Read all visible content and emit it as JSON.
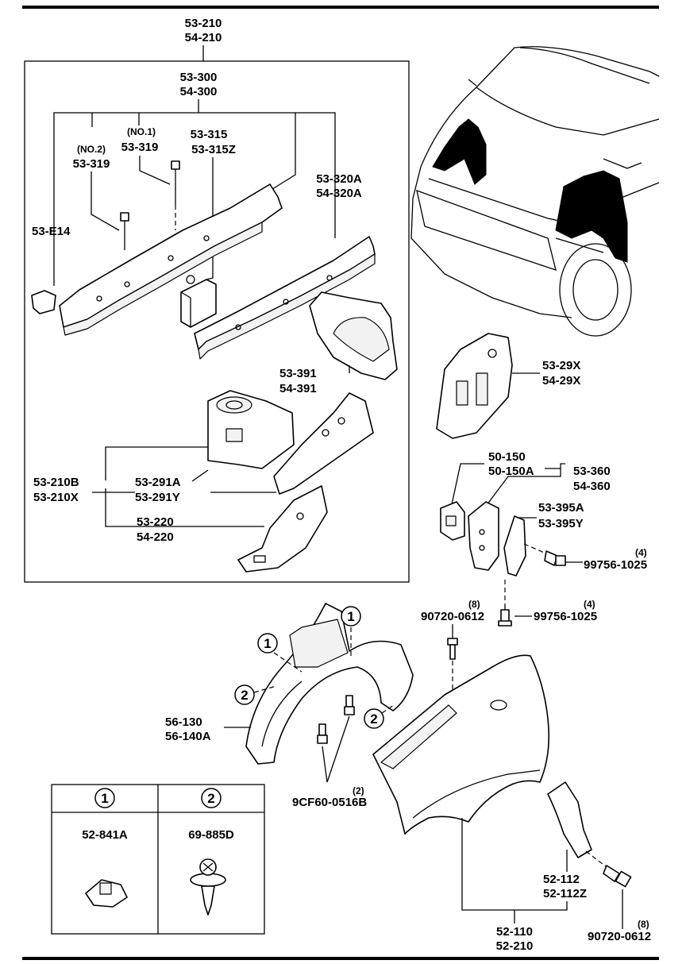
{
  "labels": {
    "top_group": [
      "53-210",
      "54-210"
    ],
    "inner_top": [
      "53-300",
      "54-300"
    ],
    "no1_note": "(NO.1)",
    "no1_part": "53-319",
    "no2_note": "(NO.2)",
    "no2_part": "53-319",
    "p53_315": [
      "53-315",
      "53-315Z"
    ],
    "p53_320a": [
      "53-320A",
      "54-320A"
    ],
    "p53_e14": "53-E14",
    "p53_391": [
      "53-391",
      "54-391"
    ],
    "p53_210b": [
      "53-210B",
      "53-210X"
    ],
    "p53_291a": [
      "53-291A",
      "53-291Y"
    ],
    "p53_220": [
      "53-220",
      "54-220"
    ],
    "p53_29x": [
      "53-29X",
      "54-29X"
    ],
    "p50_150": [
      "50-150",
      "50-150A"
    ],
    "p53_360": [
      "53-360",
      "54-360"
    ],
    "p53_395a": [
      "53-395A",
      "53-395Y"
    ],
    "bolt_a": {
      "qty": "(4)",
      "part": "99756-1025"
    },
    "bolt_b": {
      "qty": "(4)",
      "part": "99756-1025"
    },
    "screw_a": {
      "qty": "(8)",
      "part": "90720-0612"
    },
    "p56_130": [
      "56-130",
      "56-140A"
    ],
    "clip": {
      "qty": "(2)",
      "part": "9CF60-0516B"
    },
    "p52_112": [
      "52-112",
      "52-112Z"
    ],
    "p52_110": [
      "52-110",
      "52-210"
    ],
    "screw_b": {
      "qty": "(8)",
      "part": "90720-0612"
    }
  },
  "callouts": [
    "1",
    "2"
  ],
  "legend": {
    "headers": [
      "1",
      "2"
    ],
    "parts": [
      "52-841A",
      "69-885D"
    ]
  }
}
